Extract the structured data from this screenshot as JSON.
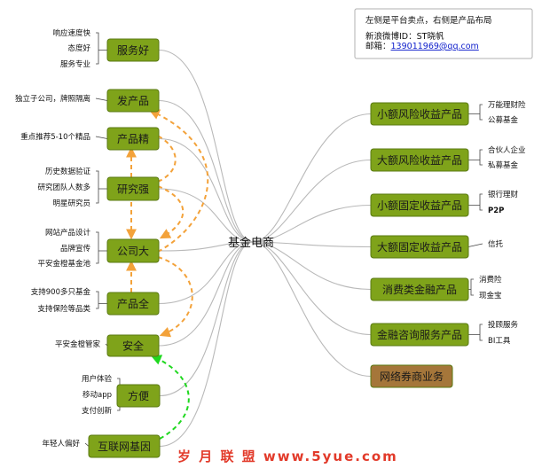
{
  "center": {
    "label": "基金电商"
  },
  "note": {
    "line1": "左侧是平台卖点，右侧是产品布局",
    "line2": "新浪微博ID：ST晓帆",
    "line3_prefix": "邮箱：",
    "line3_email": "139011969@qq.com"
  },
  "left_nodes": [
    {
      "id": "fuwuhao",
      "label": "服务好",
      "leaves": [
        "响应速度快",
        "态度好",
        "服务专业"
      ]
    },
    {
      "id": "fachanpin",
      "label": "发产品",
      "leaves": [
        "独立子公司，牌照隔离"
      ]
    },
    {
      "id": "chanpinjing",
      "label": "产品精",
      "leaves": [
        "重点推荐5-10个精品"
      ]
    },
    {
      "id": "yanjiuqiang",
      "label": "研究强",
      "leaves": [
        "历史数据验证",
        "研究团队人数多",
        "明星研究员"
      ]
    },
    {
      "id": "gongsida",
      "label": "公司大",
      "leaves": [
        "网站产品设计",
        "品牌宣传",
        "平安金橙基金池"
      ]
    },
    {
      "id": "chanpinquan",
      "label": "产品全",
      "leaves": [
        "支持900多只基金",
        "支持保险等品类"
      ]
    },
    {
      "id": "anquan",
      "label": "安全",
      "leaves": [
        "平安金橙管家"
      ]
    },
    {
      "id": "fangbian",
      "label": "方便",
      "leaves": [
        "用户体验",
        "移动app",
        "支付创新"
      ]
    },
    {
      "id": "hulianwang",
      "label": "互联网基因",
      "leaves": [
        "年轻人偏好"
      ]
    }
  ],
  "right_nodes": [
    {
      "id": "xiaoe_fengxian",
      "label": "小额风险收益产品",
      "leaves": [
        "万能理财险",
        "公募基金"
      ]
    },
    {
      "id": "dae_fengxian",
      "label": "大额风险收益产品",
      "leaves": [
        "合伙人企业",
        "私募基金"
      ]
    },
    {
      "id": "xiaoe_guding",
      "label": "小额固定收益产品",
      "leaves": [
        "银行理财",
        "P2P"
      ]
    },
    {
      "id": "dae_guding",
      "label": "大额固定收益产品",
      "leaves": [
        "信托"
      ]
    },
    {
      "id": "xiaofei",
      "label": "消费类金融产品",
      "leaves": [
        "消费险",
        "现金宝"
      ]
    },
    {
      "id": "jinrong_zixun",
      "label": "金融咨询服务产品",
      "leaves": [
        "投顾服务",
        "BI工具"
      ]
    },
    {
      "id": "wangluo_quanshang",
      "label": "网络券商业务",
      "leaves": []
    }
  ],
  "colors": {
    "node_fill": "#7fa31a",
    "node_fill_brown": "#a5763a",
    "link": "#b9b9b9",
    "arrow_orange": "#f3a23a",
    "arrow_green": "#1fd81f",
    "watermark": "#e23a2a"
  },
  "watermark": {
    "text": "岁 月 联 盟  www.5yue.com"
  }
}
